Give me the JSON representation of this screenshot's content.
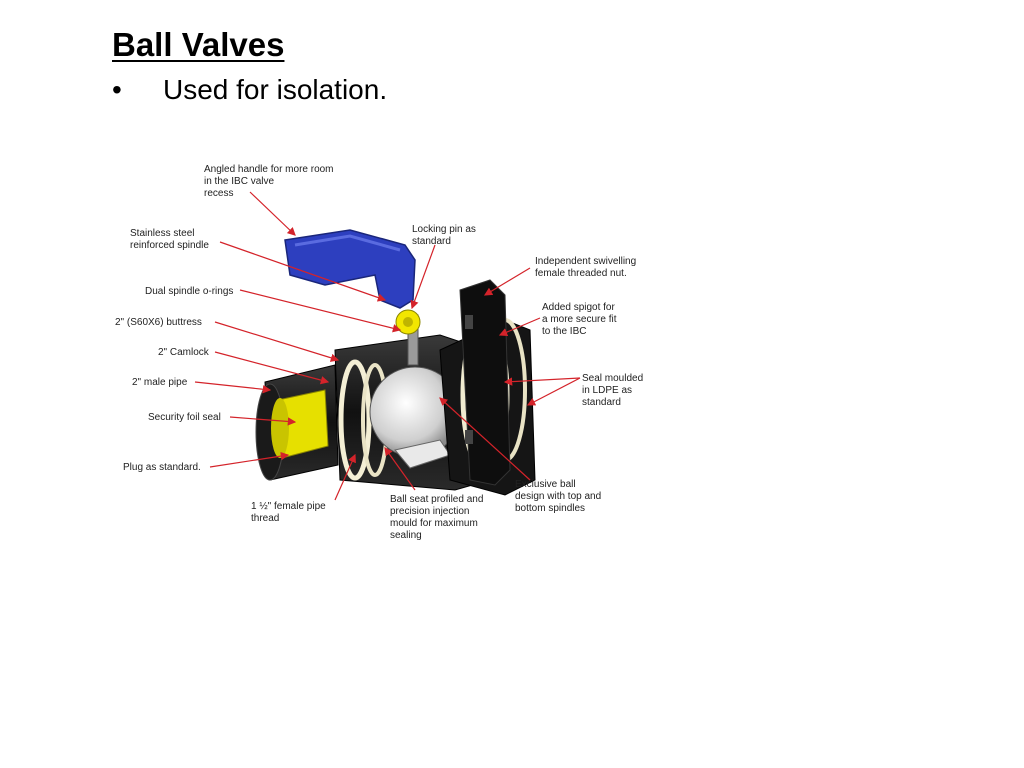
{
  "slide": {
    "title": "Ball Valves",
    "bullet_symbol": "•",
    "bullet_text": "Used for isolation."
  },
  "diagram": {
    "arrow_color": "#d4232a",
    "handle_color": "#2d3fbf",
    "pin_color": "#f2e600",
    "plug_color": "#e6e000",
    "labels": {
      "angled_handle": [
        "Angled handle for more room",
        "in the IBC valve",
        "recess"
      ],
      "stainless_spindle": [
        "Stainless steel",
        "reinforced spindle"
      ],
      "locking_pin": [
        "Locking pin as",
        "standard"
      ],
      "swivel_nut": [
        "Independent swivelling",
        "female threaded nut."
      ],
      "dual_orings": [
        "Dual spindle o-rings"
      ],
      "added_spigot": [
        "Added spigot for",
        "a more secure fit",
        "to the IBC"
      ],
      "buttress": [
        "2\" (S60X6) buttress"
      ],
      "camlock": [
        "2\" Camlock"
      ],
      "seal_ldpe": [
        "Seal moulded",
        "in LDPE as",
        "standard"
      ],
      "male_pipe": [
        "2\" male pipe"
      ],
      "security_foil": [
        "Security foil seal"
      ],
      "plug": [
        "Plug as standard."
      ],
      "exclusive_ball": [
        "Exclusive ball",
        "design with top and",
        "bottom spindles"
      ],
      "female_thread": [
        "1 ½\" female pipe",
        "thread"
      ],
      "ball_seat": [
        "Ball seat profiled and",
        "precision injection",
        "mould for maximum",
        "sealing"
      ]
    }
  }
}
